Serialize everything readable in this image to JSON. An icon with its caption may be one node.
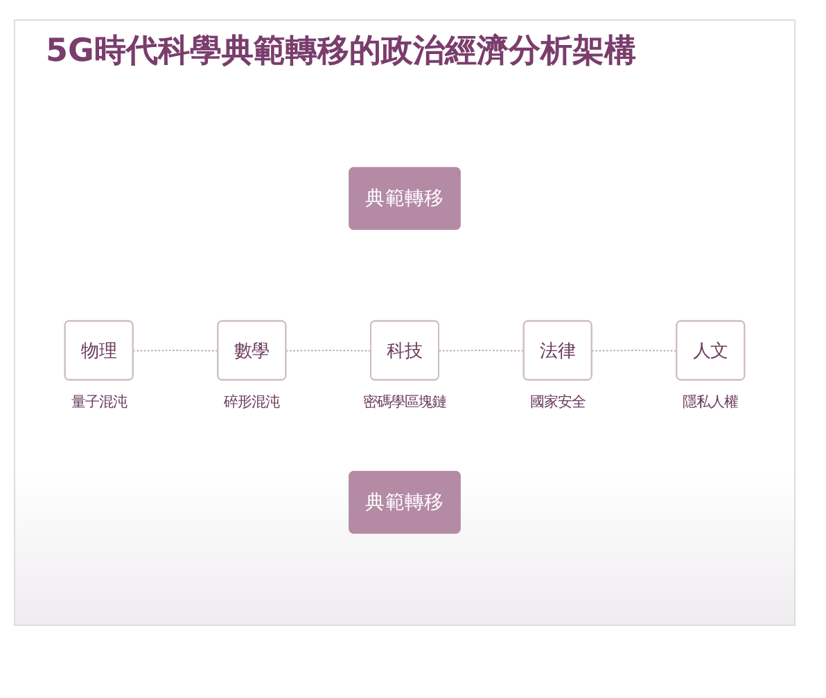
{
  "diagram": {
    "title": "5G時代科學典範轉移的政治經濟分析架構",
    "nodes": [
      {
        "text": [
          "典範轉移"
        ]
      },
      {
        "text": [
          "物理"
        ],
        "beside": [
          "量子混沌"
        ]
      },
      {
        "text": [
          "數學"
        ],
        "beside": [
          "碎形混沌"
        ]
      },
      {
        "text": [
          "科技"
        ],
        "beside": [
          "密碼學區塊鏈"
        ]
      },
      {
        "text": [
          "法律"
        ],
        "beside": [
          "國家安全"
        ]
      },
      {
        "text": [
          "人文"
        ],
        "beside": [
          "隱私人權"
        ]
      },
      {
        "text": [
          "典範轉移"
        ]
      }
    ],
    "edges": [
      {
        "from": 1,
        "to": 2,
        "arrow": "none",
        "style": "dashed"
      },
      {
        "from": 2,
        "to": 3,
        "arrow": "none",
        "style": "dashed"
      },
      {
        "from": 3,
        "to": 4,
        "arrow": "none",
        "style": "dashed"
      },
      {
        "from": 4,
        "to": 5,
        "arrow": "none",
        "style": "dashed"
      }
    ]
  }
}
